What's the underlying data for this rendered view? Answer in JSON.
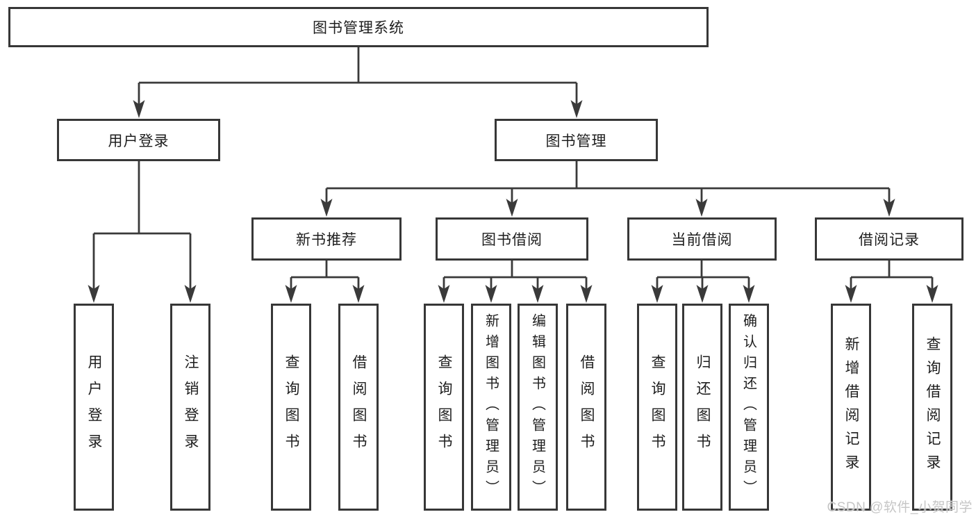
{
  "diagram_type": "tree",
  "tree": {
    "label": "图书管理系统",
    "children": [
      {
        "label": "用户登录",
        "children": [
          {
            "label": "用户登录"
          },
          {
            "label": "注销登录"
          }
        ]
      },
      {
        "label": "图书管理",
        "children": [
          {
            "label": "新书推荐",
            "children": [
              {
                "label": "查询图书"
              },
              {
                "label": "借阅图书"
              }
            ]
          },
          {
            "label": "图书借阅",
            "children": [
              {
                "label": "查询图书"
              },
              {
                "label": "新增图书（管理员）"
              },
              {
                "label": "编辑图书（管理员）"
              },
              {
                "label": "借阅图书"
              }
            ]
          },
          {
            "label": "当前借阅",
            "children": [
              {
                "label": "查询图书"
              },
              {
                "label": "归还图书"
              },
              {
                "label": "确认归还（管理员）"
              }
            ]
          },
          {
            "label": "借阅记录",
            "children": [
              {
                "label": "新增借阅记录"
              },
              {
                "label": "查询借阅记录"
              }
            ]
          }
        ]
      }
    ]
  },
  "watermark": "CSDN @软件_小贺同学",
  "colors": {
    "line": "#3a3a3a",
    "box_border": "#373737",
    "box_fill": "#ffffff",
    "text": "#1e1e1e",
    "watermark": "#c6c6c6"
  }
}
